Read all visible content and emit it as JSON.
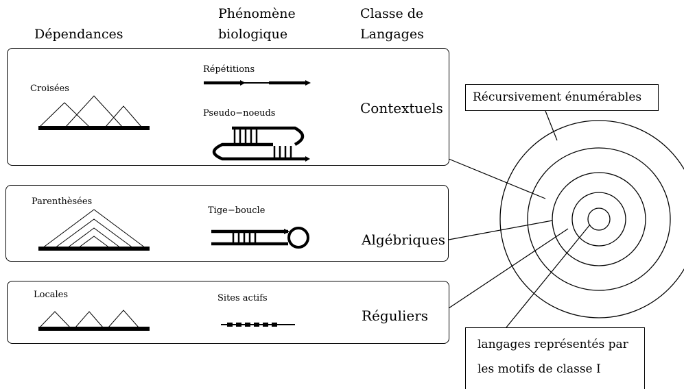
{
  "headers": {
    "dependances": "Dépendances",
    "phenomene_line1": "Phénomène",
    "phenomene_line2": "biologique",
    "classe_line1": "Classe de",
    "classe_line2": "Langages"
  },
  "rows": {
    "croisees": "Croisées",
    "repetitions": "Répétitions",
    "pseudo_noeuds": "Pseudo−noeuds",
    "contextuels": "Contextuels",
    "parenthesees": "Parenthèsées",
    "tige_boucle": "Tige−boucle",
    "algebriques": "Algébriques",
    "locales": "Locales",
    "sites_actifs": "Sites actifs",
    "reguliers": "Réguliers"
  },
  "callouts": {
    "recursivement": "Récursivement énumérables",
    "motifs_line1": "langages représentés par",
    "motifs_line2": "les motifs de classe I"
  }
}
